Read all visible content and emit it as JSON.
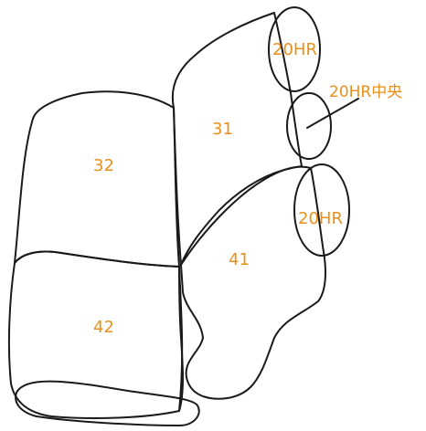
{
  "diagram": {
    "parts": [
      {
        "id": "32",
        "label": "32"
      },
      {
        "id": "42",
        "label": "42"
      },
      {
        "id": "31",
        "label": "31"
      },
      {
        "id": "41",
        "label": "41"
      },
      {
        "id": "headrest-top",
        "label": "20HR"
      },
      {
        "id": "headrest-center",
        "label": "20HR中央"
      },
      {
        "id": "headrest-bottom",
        "label": "20HR"
      }
    ],
    "colors": {
      "outline": "#1a1a1a",
      "label": "#e8901a"
    }
  }
}
